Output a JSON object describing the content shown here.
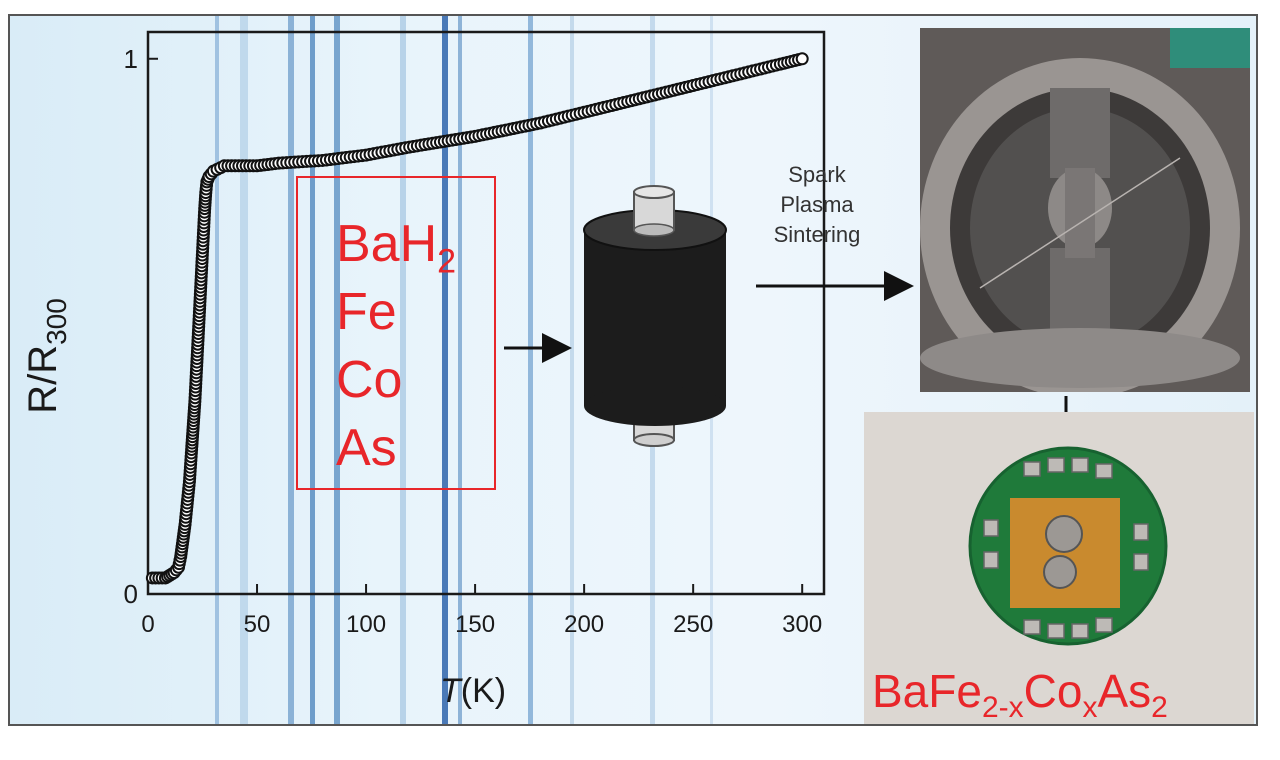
{
  "chart_data": {
    "type": "scatter",
    "xlabel_italic": "T",
    "xlabel_unit": "(K)",
    "ylabel_main": "R/R",
    "ylabel_sub": "300",
    "xlim": [
      0,
      310
    ],
    "ylim": [
      0,
      1.05
    ],
    "xticks": [
      0,
      50,
      100,
      150,
      200,
      250,
      300
    ],
    "yticks": [
      0,
      1
    ],
    "series": [
      {
        "marker": "open-circle",
        "x": [
          2,
          5,
          8,
          10,
          12,
          14,
          15,
          16,
          17,
          18,
          19,
          20,
          20.5,
          21,
          21.5,
          22,
          22.5,
          23,
          23.5,
          24,
          24.5,
          25,
          25.5,
          26,
          26.5,
          27,
          28,
          30,
          35,
          40,
          50,
          60,
          80,
          100,
          120,
          150,
          180,
          200,
          220,
          250,
          270,
          290,
          300
        ],
        "y": [
          0.03,
          0.03,
          0.03,
          0.035,
          0.04,
          0.05,
          0.07,
          0.1,
          0.13,
          0.17,
          0.21,
          0.27,
          0.3,
          0.33,
          0.36,
          0.4,
          0.44,
          0.48,
          0.52,
          0.56,
          0.6,
          0.64,
          0.68,
          0.72,
          0.75,
          0.77,
          0.78,
          0.79,
          0.8,
          0.8,
          0.8,
          0.805,
          0.81,
          0.82,
          0.835,
          0.855,
          0.88,
          0.9,
          0.92,
          0.95,
          0.97,
          0.99,
          1.0
        ]
      }
    ]
  },
  "precursors": {
    "ba_h": "BaH",
    "ba_h_sub": "2",
    "fe": "Fe",
    "co": "Co",
    "as": "As"
  },
  "process": {
    "line1": "Spark",
    "line2": "Plasma",
    "line3": "Sintering"
  },
  "product": {
    "p1": "BaFe",
    "s1": "2-x",
    "p2": "Co",
    "s2": "x",
    "p3": "As",
    "s3": "2"
  },
  "colors": {
    "label_red": "#e8262a",
    "die_black": "#1c1c1c",
    "pcb_green": "#1f7a3a"
  }
}
